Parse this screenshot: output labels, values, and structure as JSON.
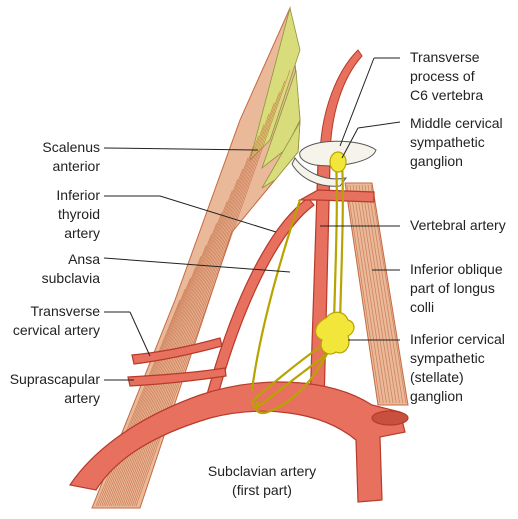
{
  "colors": {
    "artery_fill": "#e8705e",
    "artery_stroke": "#b73a2a",
    "muscle_fill": "#eab999",
    "muscle_stripe": "#c46a43",
    "tendon_fill": "#d8dc7a",
    "nerve_fill": "#f3e63a",
    "nerve_stroke": "#b7a400",
    "bone_fill": "#f5f3ea",
    "leader_line": "#222222"
  },
  "labels": {
    "scalenus_anterior": [
      "Scalenus",
      "anterior"
    ],
    "inferior_thyroid_artery": [
      "Inferior",
      "thyroid",
      "artery"
    ],
    "ansa_subclavia": [
      "Ansa",
      "subclavia"
    ],
    "transverse_cervical_artery": [
      "Transverse",
      "cervical artery"
    ],
    "suprascapular_artery": [
      "Suprascapular",
      "artery"
    ],
    "transverse_process_c6": [
      "Transverse",
      "process of",
      "C6 vertebra"
    ],
    "middle_cervical_ganglion": [
      "Middle cervical",
      "sympathetic",
      "ganglion"
    ],
    "vertebral_artery": [
      "Vertebral artery"
    ],
    "inferior_oblique_longus_colli": [
      "Inferior oblique",
      "part of longus",
      "colli"
    ],
    "inferior_cervical_ganglion": [
      "Inferior cervical",
      "sympathetic",
      "(stellate)",
      "ganglion"
    ],
    "subclavian_artery": [
      "Subclavian artery",
      "(first part)"
    ]
  }
}
